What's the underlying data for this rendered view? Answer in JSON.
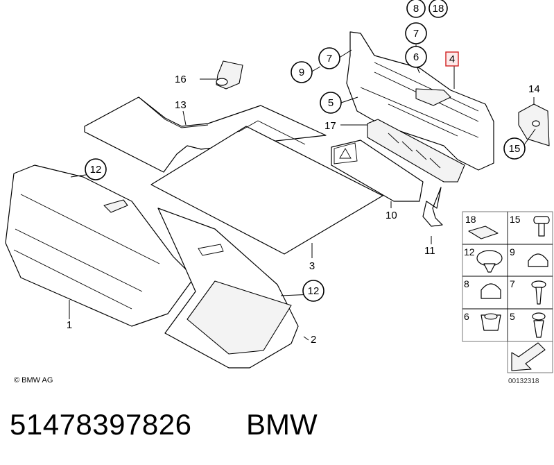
{
  "diagram": {
    "callouts": {
      "c1": "1",
      "c2": "2",
      "c3": "3",
      "c4": "4",
      "c5": "5",
      "c6": "6",
      "c7a": "7",
      "c7b": "7",
      "c8": "8",
      "c9": "9",
      "c10": "10",
      "c11": "11",
      "c12a": "12",
      "c12b": "12",
      "c13": "13",
      "c14": "14",
      "c15": "15",
      "c16": "16",
      "c17": "17",
      "c18": "18"
    },
    "highlighted_callout": "4",
    "highlight_color": "#d02020"
  },
  "legend_grid": {
    "cells": [
      "18",
      "15",
      "12",
      "9",
      "8",
      "7",
      "6",
      "5"
    ]
  },
  "copyright": "© BMW AG",
  "diagram_id": "00132318",
  "footer": {
    "part_number": "51478397826",
    "brand": "BMW"
  }
}
